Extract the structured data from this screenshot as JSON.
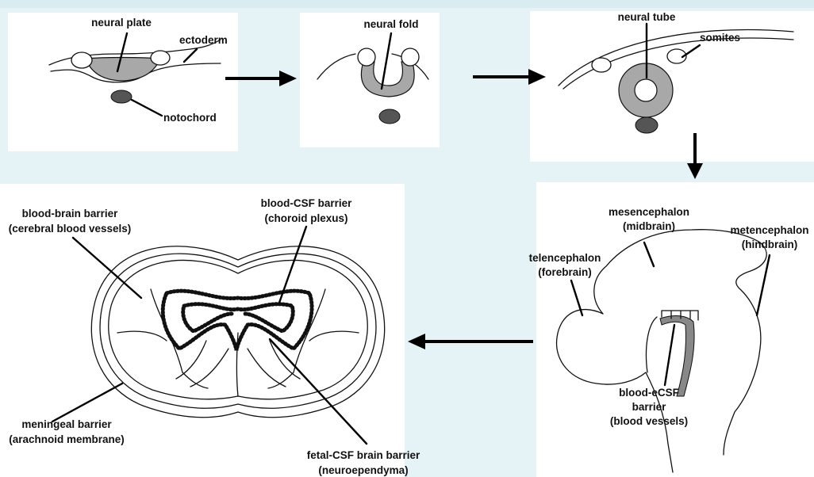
{
  "colors": {
    "background": "#e6f3f6",
    "panel": "#ffffff",
    "neural_tissue": "#a8a8a8",
    "notochord": "#555555",
    "ink": "#111111"
  },
  "stage1": {
    "neural_plate": "neural plate",
    "ectoderm": "ectoderm",
    "notochord": "notochord"
  },
  "stage2": {
    "neural_fold": "neural fold"
  },
  "stage3": {
    "neural_tube": "neural tube",
    "somites": "somites"
  },
  "embryo_brain": {
    "mesencephalon": "mesencephalon",
    "midbrain": "(midbrain)",
    "metencephalon": "metencephalon",
    "hindbrain": "(hindbrain)",
    "telencephalon": "telencephalon",
    "forebrain": "(forebrain)",
    "blood_ecsf_1": "blood-eCSF",
    "blood_ecsf_2": "barrier",
    "blood_ecsf_3": "(blood vessels)"
  },
  "brain_section": {
    "bbb_1": "blood-brain barrier",
    "bbb_2": "(cerebral blood vessels)",
    "bcsf_1": "blood-CSF barrier",
    "bcsf_2": "(choroid plexus)",
    "meningeal_1": "meningeal barrier",
    "meningeal_2": "(arachnoid membrane)",
    "fetal_1": "fetal-CSF brain barrier",
    "fetal_2": "(neuroependyma)"
  }
}
